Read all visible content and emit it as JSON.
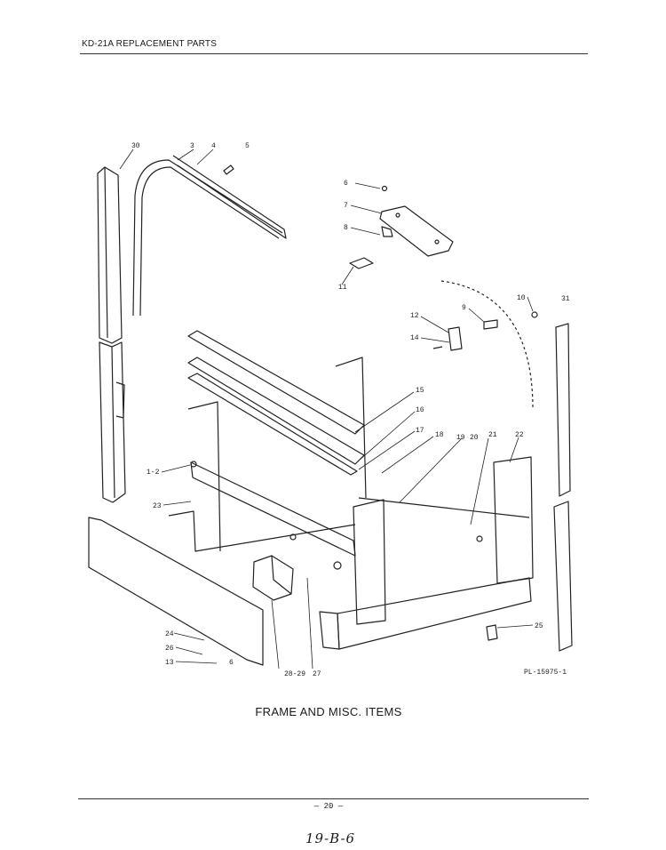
{
  "header": {
    "title": "KD-21A REPLACEMENT PARTS"
  },
  "diagram": {
    "callouts": [
      "30",
      "3",
      "4",
      "5",
      "6",
      "7",
      "8",
      "11",
      "10",
      "31",
      "9",
      "12",
      "14",
      "15",
      "16",
      "17",
      "18",
      "19",
      "20",
      "21",
      "22",
      "1-2",
      "23",
      "24",
      "26",
      "13",
      "6",
      "28-29",
      "27",
      "25"
    ],
    "drawing_number": "PL-15975-1"
  },
  "caption": "FRAME AND MISC. ITEMS",
  "footer": {
    "page_number": "— 20 —",
    "handwritten_note": "19-B-6"
  }
}
